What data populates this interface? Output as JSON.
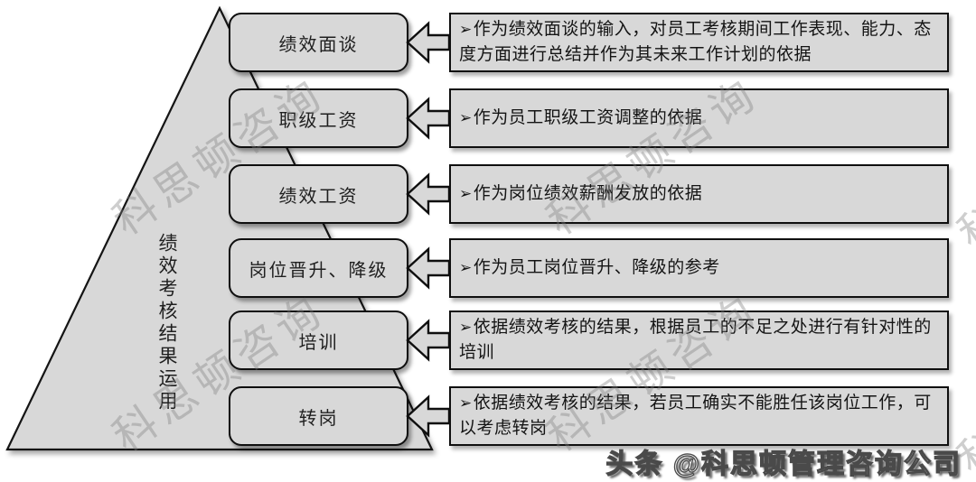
{
  "diagram": {
    "pyramid_label": "绩效考核结果运用",
    "bullet": "➢",
    "rows": [
      {
        "label": "绩效面谈",
        "desc": "作为绩效面谈的输入，对员工考核期间工作表现、能力、态度方面进行总结并作为其未来工作计划的依据"
      },
      {
        "label": "职级工资",
        "desc": "作为员工职级工资调整的依据"
      },
      {
        "label": "绩效工资",
        "desc": "作为岗位绩效薪酬发放的依据"
      },
      {
        "label": "岗位晋升、降级",
        "desc": "作为员工岗位晋升、降级的参考"
      },
      {
        "label": "培训",
        "desc": "依据绩效考核的结果，根据员工的不足之处进行有针对性的培训"
      },
      {
        "label": "转岗",
        "desc": "依据绩效考核的结果，若员工确实不能胜任该岗位工作，可以考虑转岗"
      }
    ]
  },
  "watermark": {
    "text": "科思顿咨询"
  },
  "footer": {
    "brand": "头条 @科思顿管理咨询公司"
  },
  "colors": {
    "background": "#ffffff",
    "shape_fill": "#d8d8d8",
    "shape_border": "#0f0f0f",
    "text": "#1f1f1f",
    "watermark": "#7d7d7d"
  }
}
